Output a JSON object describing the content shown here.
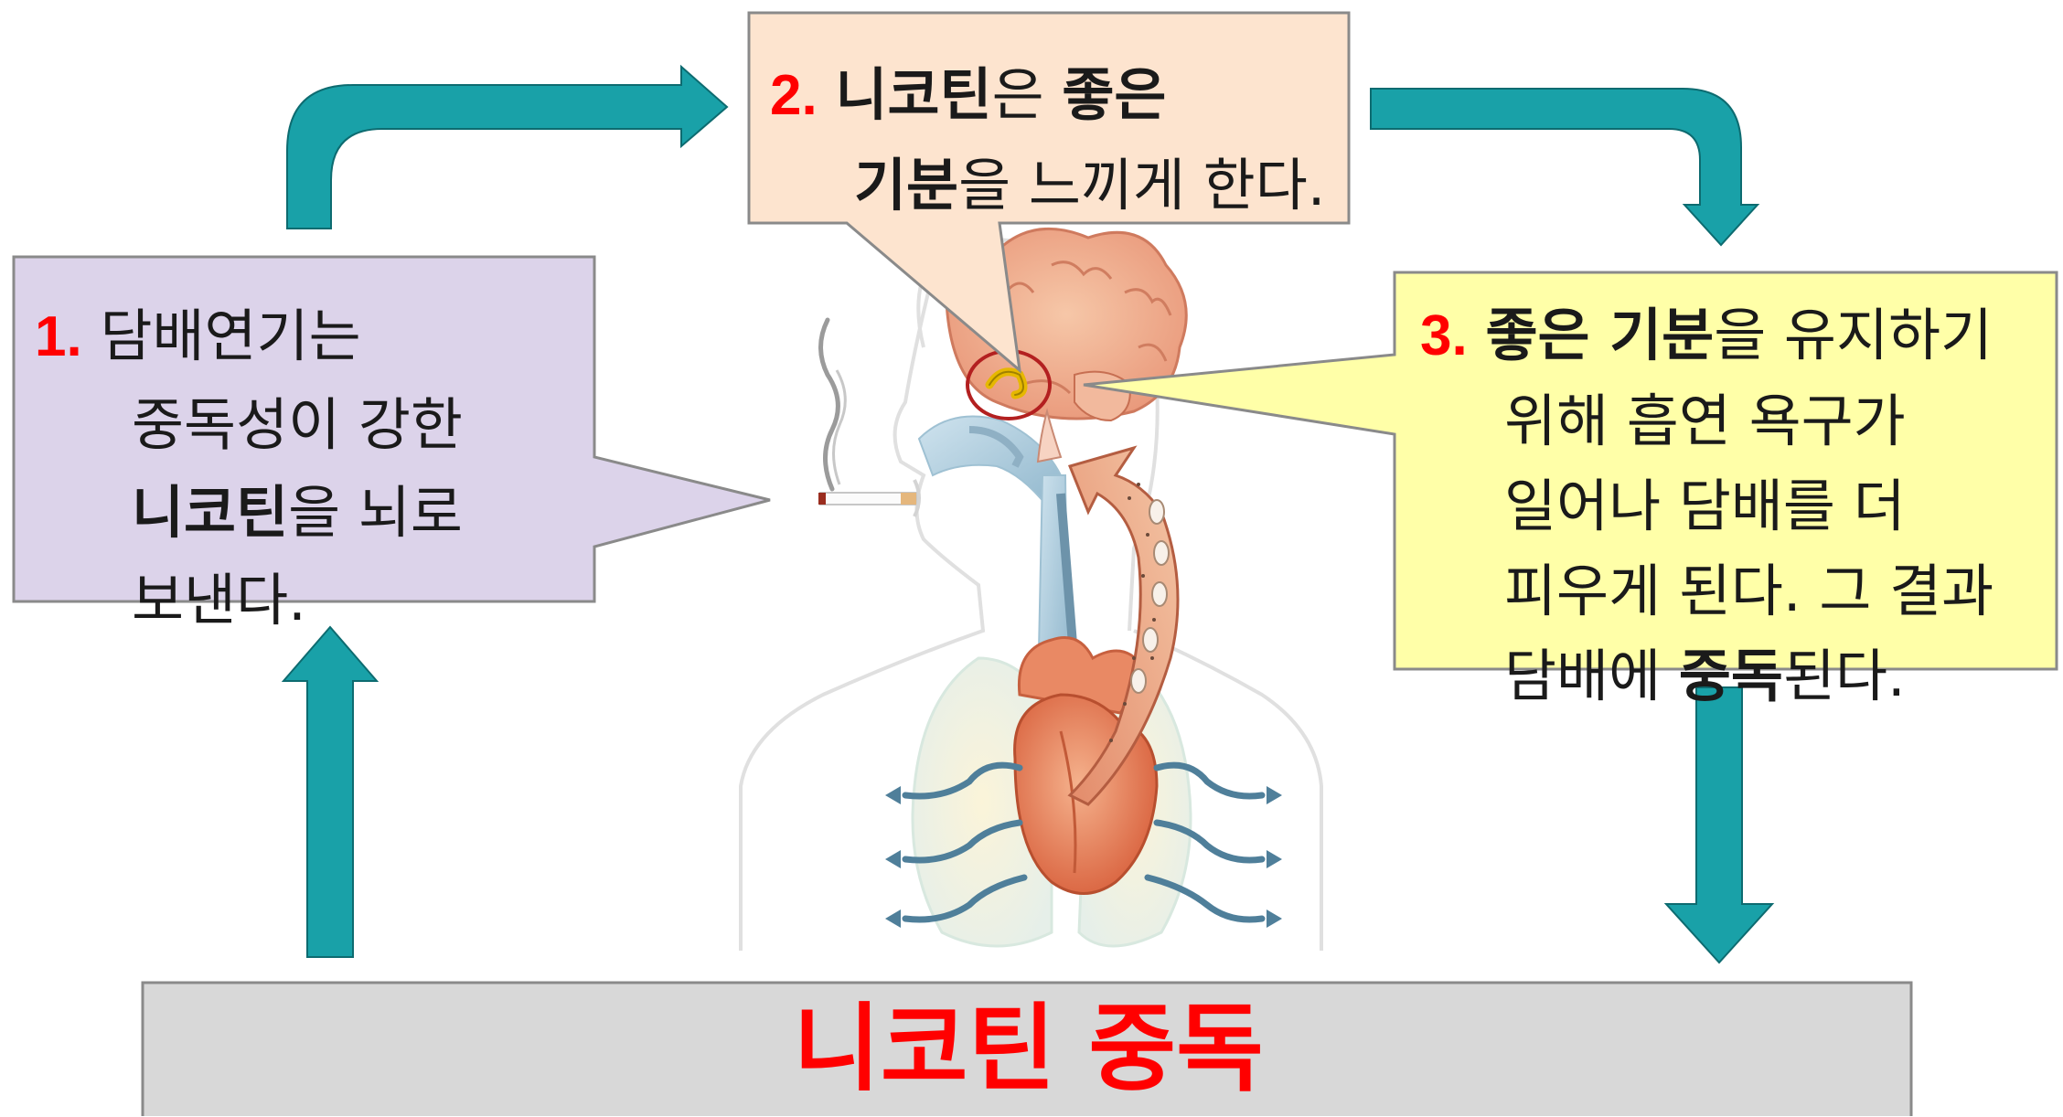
{
  "colors": {
    "arrow": "#19a1a8",
    "arrow_stroke": "#0d6b70",
    "step1_fill": "#dcd3ea",
    "step2_fill": "#fde4cf",
    "step3_fill": "#ffffa8",
    "result_fill": "#d8d8d8",
    "number_red": "#ff0000"
  },
  "step1": {
    "number": "1.",
    "line1": "담배연기는",
    "line2": "중독성이 강한",
    "line3_bold": "니코틴",
    "line3_rest": "을 뇌로",
    "line4": "보낸다."
  },
  "step2": {
    "number": "2.",
    "line1_bold_a": "니코틴",
    "line1_mid": "은 ",
    "line1_bold_b": "좋은",
    "line2_bold": "기분",
    "line2_rest": "을 느끼게 한다."
  },
  "step3": {
    "number": "3.",
    "line1_bold": "좋은 기분",
    "line1_rest": "을 유지하기",
    "line2": "위해 흡연 욕구가",
    "line3": "일어나 담배를 더",
    "line4": "피우게 된다. 그 결과",
    "line5_pre": "담배에 ",
    "line5_bold": "중독",
    "line5_rest": "된다."
  },
  "result": {
    "label": "니코틴 중독"
  },
  "illustration": {
    "icons": [
      "brain-icon",
      "cigarette-icon",
      "heart-icon",
      "lungs-icon",
      "smoke-icon"
    ]
  }
}
